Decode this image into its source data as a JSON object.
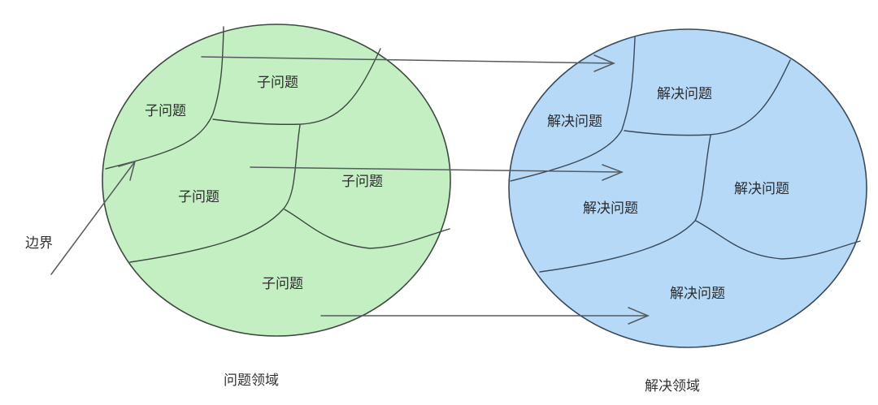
{
  "colors": {
    "problem_fill": "#c3efc3",
    "solution_fill": "#b5d9f7",
    "outline": "#3d4a3f",
    "arrow": "#555b5f",
    "text": "#2b2b2b"
  },
  "boundary": {
    "label": "边界"
  },
  "problem_domain": {
    "caption": "问题领域",
    "subproblems": [
      {
        "label": "子问题"
      },
      {
        "label": "子问题"
      },
      {
        "label": "子问题"
      },
      {
        "label": "子问题"
      },
      {
        "label": "子问题"
      }
    ]
  },
  "solution_domain": {
    "caption": "解决领域",
    "solutions": [
      {
        "label": "解决问题"
      },
      {
        "label": "解决问题"
      },
      {
        "label": "解决问题"
      },
      {
        "label": "解决问题"
      },
      {
        "label": "解决问题"
      }
    ]
  },
  "mappings": [
    {
      "from": "子问题 (top)",
      "to": "解决问题 (top)"
    },
    {
      "from": "子问题 (middle)",
      "to": "解决问题 (middle)"
    },
    {
      "from": "子问题 (bottom)",
      "to": "解决问题 (bottom)"
    }
  ]
}
